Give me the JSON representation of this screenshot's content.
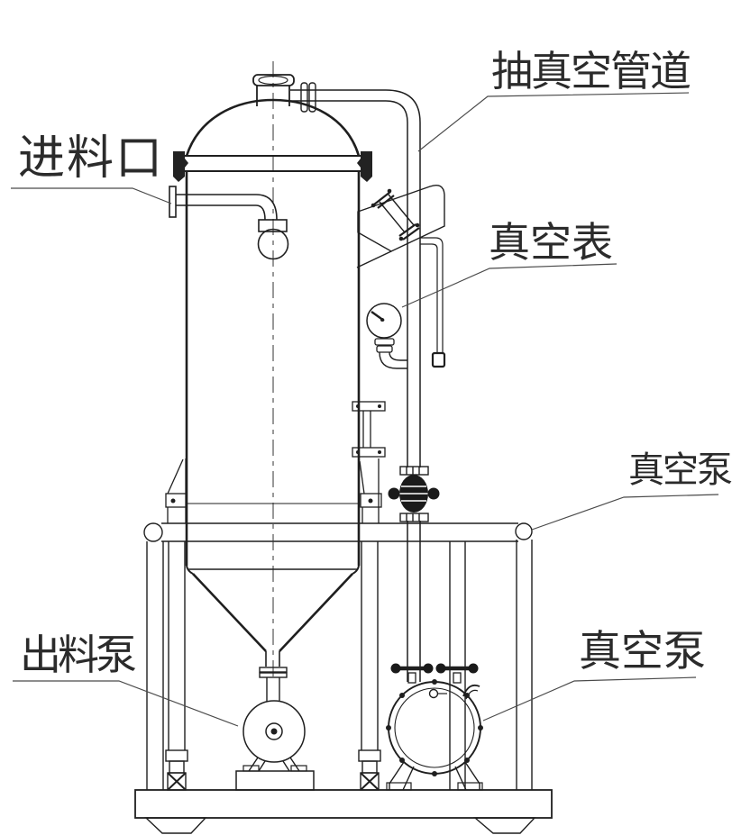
{
  "labels": {
    "vacuum_suction_pipeline": "抽真空管道",
    "feed_inlet": "进料口",
    "vacuum_gauge": "真空表",
    "vacuum_pump_upper": "真空泵",
    "vacuum_pump_lower": "真空泵",
    "discharge_pump": "出料泵"
  },
  "colors": {
    "background": "#ffffff",
    "line": "#1f1f1f",
    "label_text": "#2b2b2b",
    "leader_line": "#4a4a4a"
  }
}
